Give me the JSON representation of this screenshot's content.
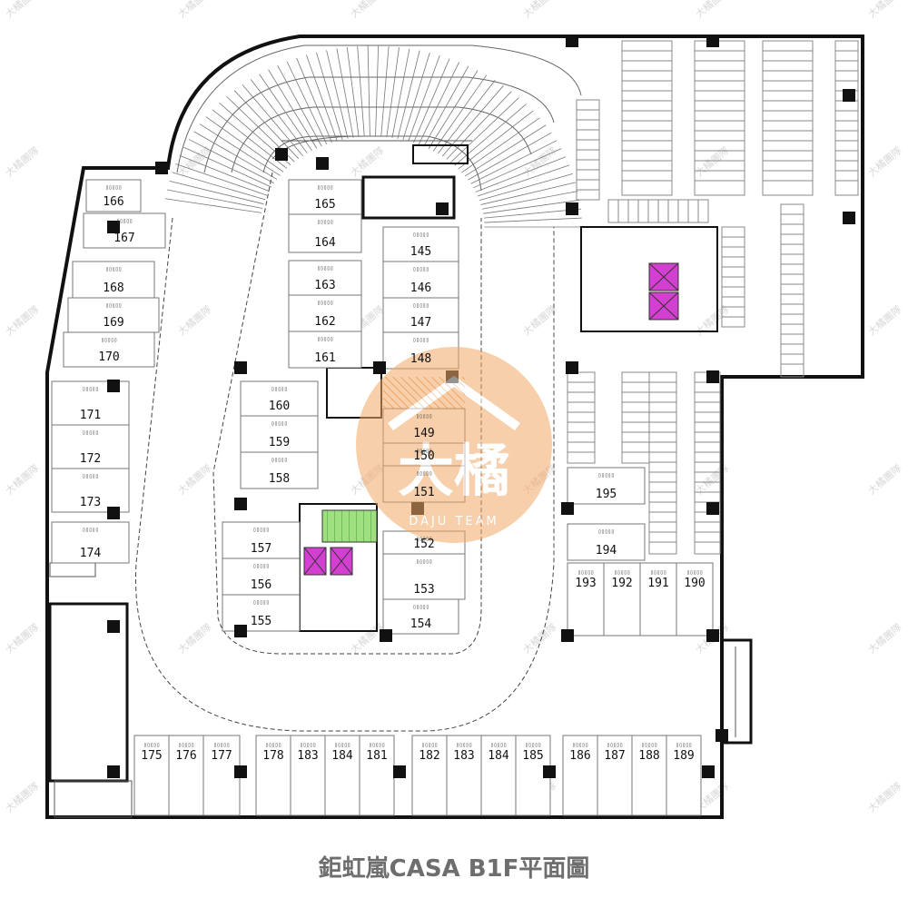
{
  "caption": "鉅虹嵐CASA B1F平面圖",
  "watermark_text": "大橘團隊",
  "logo": {
    "brand": "DAJU TEAM",
    "glyph": "大橘",
    "color": "#f0a25a"
  },
  "colors": {
    "elevator": "#d33fd0",
    "stair": "#9ee07f",
    "hatch": "#e8a36a",
    "wall": "#111111"
  },
  "spaces": {
    "166": "166",
    "167": "167",
    "168": "168",
    "169": "169",
    "170": "170",
    "171": "171",
    "172": "172",
    "173": "173",
    "174": "174",
    "165": "165",
    "164": "164",
    "163": "163",
    "162": "162",
    "161": "161",
    "145": "145",
    "146": "146",
    "147": "147",
    "148": "148",
    "160": "160",
    "159": "159",
    "158": "158",
    "149": "149",
    "150": "150",
    "151": "151",
    "152": "152",
    "153": "153",
    "154": "154",
    "157": "157",
    "156": "156",
    "155": "155",
    "195": "195",
    "194": "194",
    "193": "193",
    "192": "192",
    "191": "191",
    "190": "190",
    "175": "175",
    "176": "176",
    "177": "177",
    "178": "178",
    "183a": "183",
    "184a": "184",
    "181": "181",
    "182": "182",
    "183b": "183",
    "184b": "184",
    "185": "185",
    "186": "186",
    "187": "187",
    "188": "188",
    "189": "189"
  }
}
